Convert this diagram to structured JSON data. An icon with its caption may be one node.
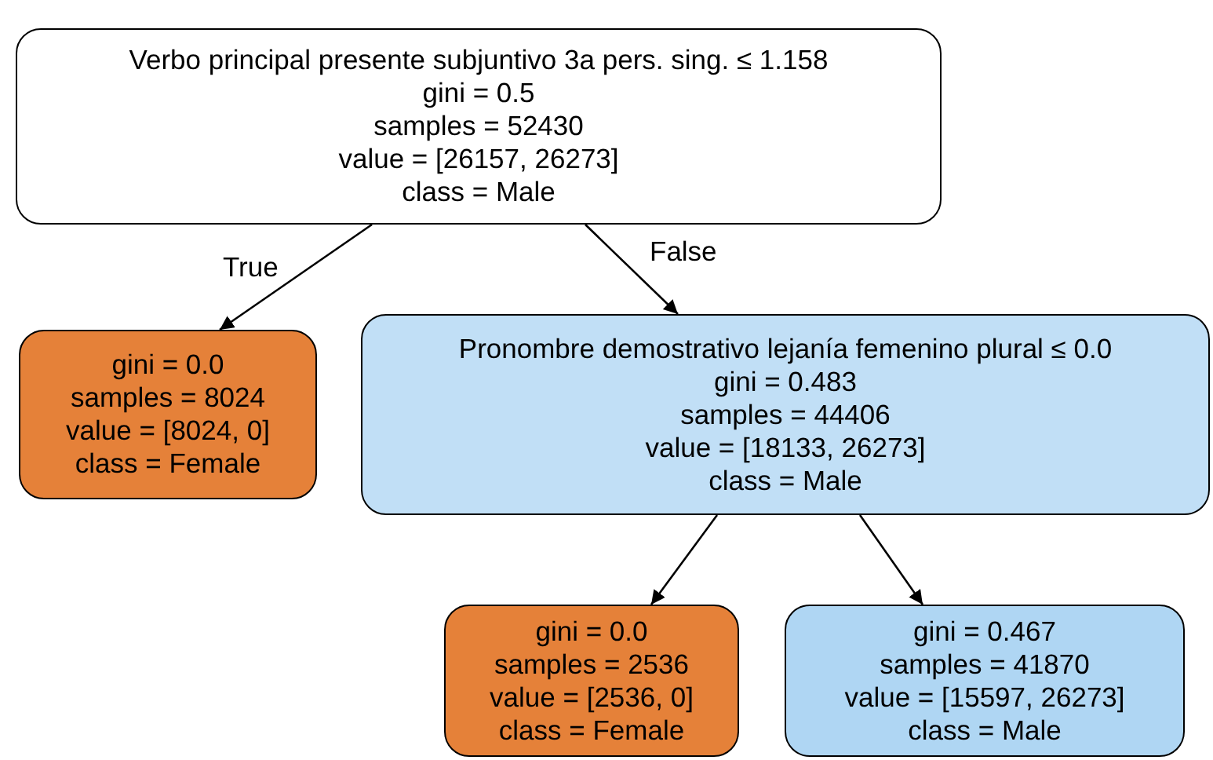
{
  "diagram": {
    "nodes": [
      {
        "text": [
          "Verbo principal presente subjuntivo 3a pers. sing. ≤ 1.158",
          "gini = 0.5",
          "samples = 52430",
          "value = [26157, 26273]",
          "class = Male"
        ]
      },
      {
        "text": [
          "gini = 0.0",
          "samples = 8024",
          "value = [8024, 0]",
          "class = Female"
        ]
      },
      {
        "text": [
          "Pronombre demostrativo lejanía femenino plural ≤ 0.0",
          "gini = 0.483",
          "samples = 44406",
          "value = [18133, 26273]",
          "class = Male"
        ]
      },
      {
        "text": [
          "gini = 0.0",
          "samples = 2536",
          "value = [2536, 0]",
          "class = Female"
        ]
      },
      {
        "text": [
          "gini = 0.467",
          "samples = 41870",
          "value = [15597, 26273]",
          "class = Male"
        ]
      }
    ],
    "edges": [
      {
        "from": 0,
        "to": 1,
        "arrow": "to",
        "label": "True"
      },
      {
        "from": 0,
        "to": 2,
        "arrow": "to",
        "label": "False"
      },
      {
        "from": 2,
        "to": 3,
        "arrow": "to"
      },
      {
        "from": 2,
        "to": 4,
        "arrow": "to"
      }
    ]
  }
}
